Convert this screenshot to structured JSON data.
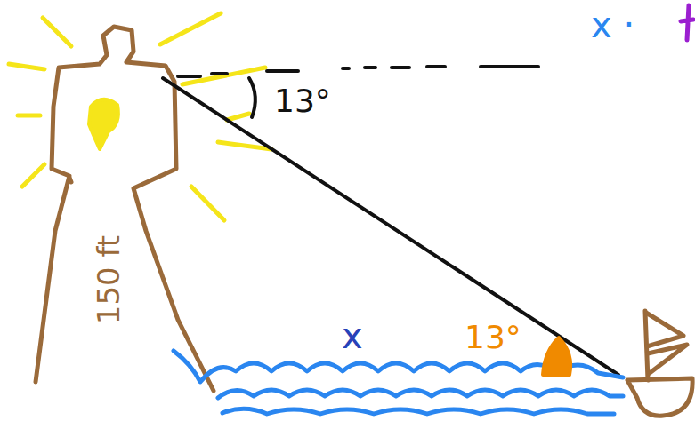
{
  "diagram": {
    "labels": [
      "13°",
      "150 ft",
      "x",
      "13°",
      "x ·"
    ]
  }
}
